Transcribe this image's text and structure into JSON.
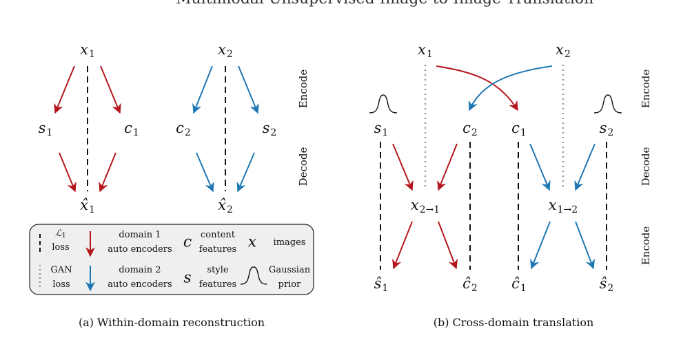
{
  "header_text": "Multimodal Unsupervised Image-to-Image Translation",
  "colors": {
    "domain1": "#b5171e",
    "domain2": "#1f77b4",
    "gan": "#999999",
    "loss": "#111111"
  },
  "panel_a": {
    "caption": "(a) Within-domain reconstruction",
    "x1": {
      "base": "x",
      "sub": "1"
    },
    "x2": {
      "base": "x",
      "sub": "2"
    },
    "s1": {
      "base": "s",
      "sub": "1"
    },
    "c1": {
      "base": "c",
      "sub": "1"
    },
    "c2": {
      "base": "c",
      "sub": "2"
    },
    "s2": {
      "base": "s",
      "sub": "2"
    },
    "x1hat": {
      "base": "x̂",
      "sub": "1"
    },
    "x2hat": {
      "base": "x̂",
      "sub": "2"
    },
    "encode": "Encode",
    "decode": "Decode"
  },
  "panel_b": {
    "caption": "(b) Cross-domain translation",
    "x1": {
      "base": "x",
      "sub": "1"
    },
    "x2": {
      "base": "x",
      "sub": "2"
    },
    "s1": {
      "base": "s",
      "sub": "1"
    },
    "c2": {
      "base": "c",
      "sub": "2"
    },
    "c1": {
      "base": "c",
      "sub": "1"
    },
    "s2": {
      "base": "s",
      "sub": "2"
    },
    "x21": {
      "base": "x",
      "sub": "2→1"
    },
    "x12": {
      "base": "x",
      "sub": "1→2"
    },
    "s1hat": {
      "base": "ŝ",
      "sub": "1"
    },
    "c2hat": {
      "base": "ĉ",
      "sub": "2"
    },
    "c1hat": {
      "base": "ĉ",
      "sub": "1"
    },
    "s2hat": {
      "base": "ŝ",
      "sub": "2"
    },
    "encode_top": "Encode",
    "decode": "Decode",
    "encode_bottom": "Encode"
  },
  "legend": {
    "l1_symbol": "ℒ",
    "l1_sub": "1",
    "l1_label": "loss",
    "d1_line1": "domain 1",
    "d1_line2": "auto encoders",
    "c_symbol": "c",
    "c_line1": "content",
    "c_line2": "features",
    "x_symbol": "x",
    "x_label": "images",
    "gan_line1": "GAN",
    "gan_line2": "loss",
    "d2_line1": "domain 2",
    "d2_line2": "auto encoders",
    "s_symbol": "s",
    "s_line1": "style",
    "s_line2": "features",
    "g_line1": "Gaussian",
    "g_line2": "prior"
  }
}
